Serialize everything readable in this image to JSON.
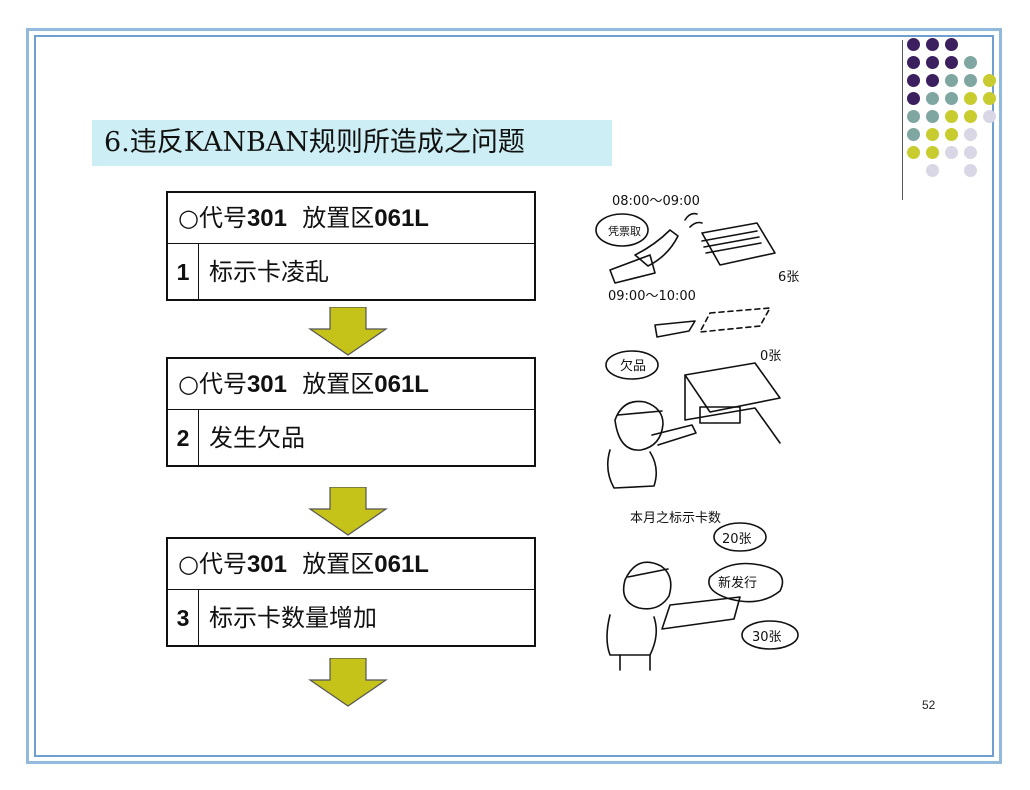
{
  "slide": {
    "title": "6.违反KANBAN规则所造成之问题",
    "page_number": "52"
  },
  "steps": [
    {
      "prefix": "○代号",
      "code": "301",
      "mid": "放置区",
      "location": "061L",
      "num": "1",
      "text": "标示卡凌乱"
    },
    {
      "prefix": "○代号",
      "code": "301",
      "mid": "放置区",
      "location": "061L",
      "num": "2",
      "text": "发生欠品"
    },
    {
      "prefix": "○代号",
      "code": "301",
      "mid": "放置区",
      "location": "061L",
      "num": "3",
      "text": "标示卡数量增加"
    }
  ],
  "illustration": {
    "time1": "08:00～09:00",
    "speech1": "凭票取",
    "count1": "6张",
    "time2": "09:00～10:00",
    "speech2": "欠品",
    "count2": "0张",
    "caption3": "本月之标示卡数",
    "bubble3a": "20张",
    "bubble3b": "新发行",
    "bubble3c": "30张"
  },
  "colors": {
    "frame_outer": "#93b9dc",
    "frame_inner": "#6e9fcf",
    "title_bg": "#cdeef4",
    "arrow_fill": "#c5c21a",
    "dot_purple": "#3b1f5e",
    "dot_teal": "#7fa6a0",
    "dot_yellow": "#c8cc2e",
    "dot_lavender": "#d9d6e6"
  }
}
